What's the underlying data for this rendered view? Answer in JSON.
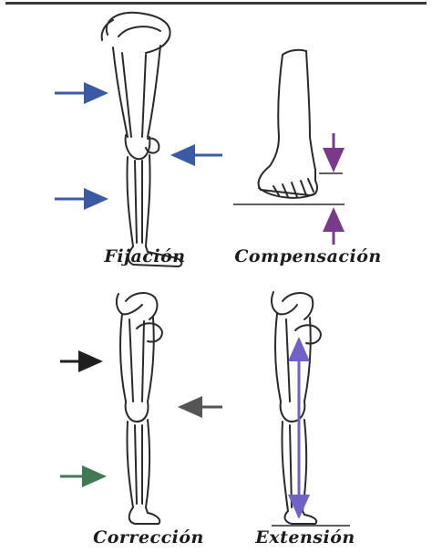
{
  "panels": [
    {
      "id": "fijacion",
      "caption": "Fijación"
    },
    {
      "id": "compensacion",
      "caption": "Compensación"
    },
    {
      "id": "correccion",
      "caption": "Corrección"
    },
    {
      "id": "extension",
      "caption": "Extensión"
    }
  ],
  "colors": {
    "outline": "#2a2a2a",
    "arrow_blue": "#3a5aa6",
    "arrow_purple": "#7a3a8c",
    "arrow_green": "#3f7a55",
    "arrow_black": "#1f1f1f",
    "arrow_grey": "#555555",
    "arrow_violet": "#6f62c9"
  }
}
